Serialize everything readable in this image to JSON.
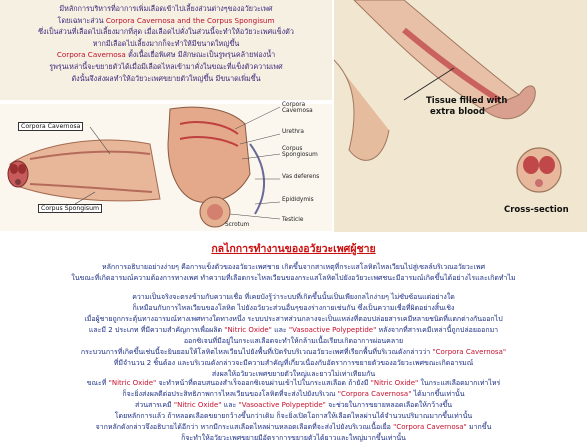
{
  "intro": {
    "l1": "มีหลักการบริหารที่อาการเพิ่มเลือดเข้าไปเลี้ยงส่วนต่างๆของอวัยวะเพศ",
    "l2a": "โดยเฉพาะส่วน ",
    "l2b": "Corpora Cavernosa and the Corpus Spongisum",
    "l3": "ซึ่งเป็นส่วนที่เลือดไปเลี้ยงมากที่สุด เมื่อเลือดไปคั่งในส่วนนี้จะทำให้อวัยวะเพศแข็งตัว",
    "l4": "หากมีเลือดไปเลี้ยงมากก็จะทำให้มีขนาดใหญ่ขึ้น",
    "l5a": "Corpora Cavernosa",
    "l5b": " ตั้งเนื้อเยื่อพิเศษ มีลักษณะเป็นรูพรุนคล้ายฟองน้ำ",
    "l6": "รูพรุนเหล่านี้จะขยายตัวได้เมื่อมีเลือดไหลเข้ามาคั่งในขณะที่แข็งตัวความเพศ",
    "l7": "ดังนั้นจึงส่งผลทำให้อวัยวะเพศขยายตัวใหญ่ขึ้น มีขนาดเพิ่มขึ้น"
  },
  "illustration": {
    "label_corpora_cavernosa": "Corpora Cavernosa",
    "label_corpus_spongisum": "Corpus Spongisum",
    "label_corpora_cavernosa_small": "Corpora Cavernosa",
    "label_urethra": "Urethra",
    "label_corpus_spongiosum": "Corpus Spongiosum",
    "label_vas_deferens": "Vas deferens",
    "label_epididymis": "Epididymis",
    "label_scrotum": "Scrotum",
    "label_testicle": "Testicle",
    "tissue_line1": "Tissue filled with",
    "tissue_line2": "extra blood",
    "cross_section": "Cross-section"
  },
  "section_title": "กลไกการทำงานของอวัยวะเพศผู้ชาย",
  "para1": {
    "l1": "หลักการอธิบายอย่างง่ายๆ คือการแข็งตัวของอวัยวะเพศชาย เกิดขึ้นจากสาเหตุที่กระแสโลหิตไหลเวียนไปสู่เซลล์บริเวณอวัยวะเพศ",
    "l2": "ในขณะที่เกิดอารมณ์ความต้องการทางเพศ ทำความที่เลือดกระไหลเวียนของกระแสโลหิตไปยังอวัยวะเพศชนะมีอารมณ์เกิดขึ้นได้อย่างไรและเกิดทำไม"
  },
  "para2": {
    "l1": "ความเป็นจริงจะตรงข้ามกับความเชื่อ ที่เคยบังรู้ว่าระบบที่เกิดขึ้นนั้นเป็นเพียงกลไกง่ายๆ ไม่ซับซ้อนแต่อย่างใด",
    "l2": "ก็เหมือนกับการไหลเวียนของโลหิต ไปยังอวัยวะส่วนอื่นๆของร่างกายเช่นกัน ซึ่งเป็นความเชื่อที่ผิดอย่างสิ้นเชิง",
    "l3": "เมื่อผู้ชายถูกกระตุ้นทางอารมณ์ทางเพศทางใดทางหนึ่ง ระบบประสาทส่วนกลางจะเป็นแหล่งที่ตอบปล่อยสารเคมีหลายชนิดที่แตกต่างกันออกไป",
    "l4a": "และมี 2 ประเภท ที่มีความสำคัญการเพื่อผลิต ",
    "l4b": "\"Nitric Oxide\"",
    "l4c": " และ ",
    "l4d": "\"Vasoactive Polypeptide\"",
    "l4e": " หลังจากที่สารเคมีเหล่านี้ถูกปล่อยออกมา",
    "l5": "ออกซิเจนที่มีอยู่ในกระแสเลือดจะทำให้กล้ามเนื้อเรียบเกิดอาการผ่อนคลาย",
    "l6a": "กระบวนการที่เกิดขึ้นเช่นนี้จะยินยอมให้โลหิตไหลเวียนไปยังพื้นที่เปิดรับบริเวณอวัยวะเพศที่เรียกพื้นที่บริเวณดังกล่าวว่า ",
    "l6b": "\"Corpora Cavernosa\"",
    "l7": "ที่มีจำนวน 2 ชิ้นด้อง และบริเวณดังกล่าวจะมีความสำคัญที่เกี่ยวเนื่องกับอัตราการขยายตัวของอวัยวะเพศขณะเกิดอารมณ์",
    "l8": "ส่งผลให้อวัยวะเพศขยายตัวใหญ่และยาวไม่เท่าเทียมกัน"
  },
  "para3": {
    "l1a": "ขณะที่ ",
    "l1b": "\"Nitric Oxide\"",
    "l1c": " จะทำหน้าที่ตอบสนองสำเร็จออกซิเจนผ่านเข้าไปในกระแสเลือด ถ้ายังมี ",
    "l1d": "\"Nitric Oxide\"",
    "l1e": " ในกระแสเลือดมากเท่าไหร่",
    "l2": "ก็จะยิ่งส่งผลดีต่อประสิทธิภาพการไหลเวียนของโลหิตที่จะส่งไปยังบริเวณ ",
    "l2b": "\"Corpora Cavernosa\"",
    "l2c": " ได้มากขึ้นเท่านั้น",
    "l3a": "ส่วนสารเคมี ",
    "l3b": "\"Nitric Oxide\"",
    "l3c": " และ ",
    "l3d": "\"Vasoactive Polypeptide\"",
    "l3e": " จะช่วยในการขยายหลอดเลือดให้กว้างขึ้น",
    "l4": "โดยหลักการแล้ว ถ้าหลอดเลือดขยายกว้างขึ้นกว่าเดิม ก็จะยิ่งเปิดโอกาสให้เลือดไหลผ่านได้จำนวนปริมาณมากขึ้นเท่านั้น",
    "l5a": "จากหลักดังกล่าวจึงอธิบายได้อีกว่า หากมีกระแสเลือดไหลผ่านหลอดเลือดที่จะส่งไปยังบริเวณเนื้อเยื่อ ",
    "l5b": "\"Corpora Cavernosa\"",
    "l5c": " มากขึ้น",
    "l6": "ก็จะทำให้อวัยวะเพศขยายมีอัตราการขยายตัวได้ยาวและใหญ่มากขึ้นเท่านั้น"
  },
  "colors": {
    "accent_red": "#cc1010",
    "text_blue": "#1c2f84",
    "highlight_red": "#c8102e"
  }
}
